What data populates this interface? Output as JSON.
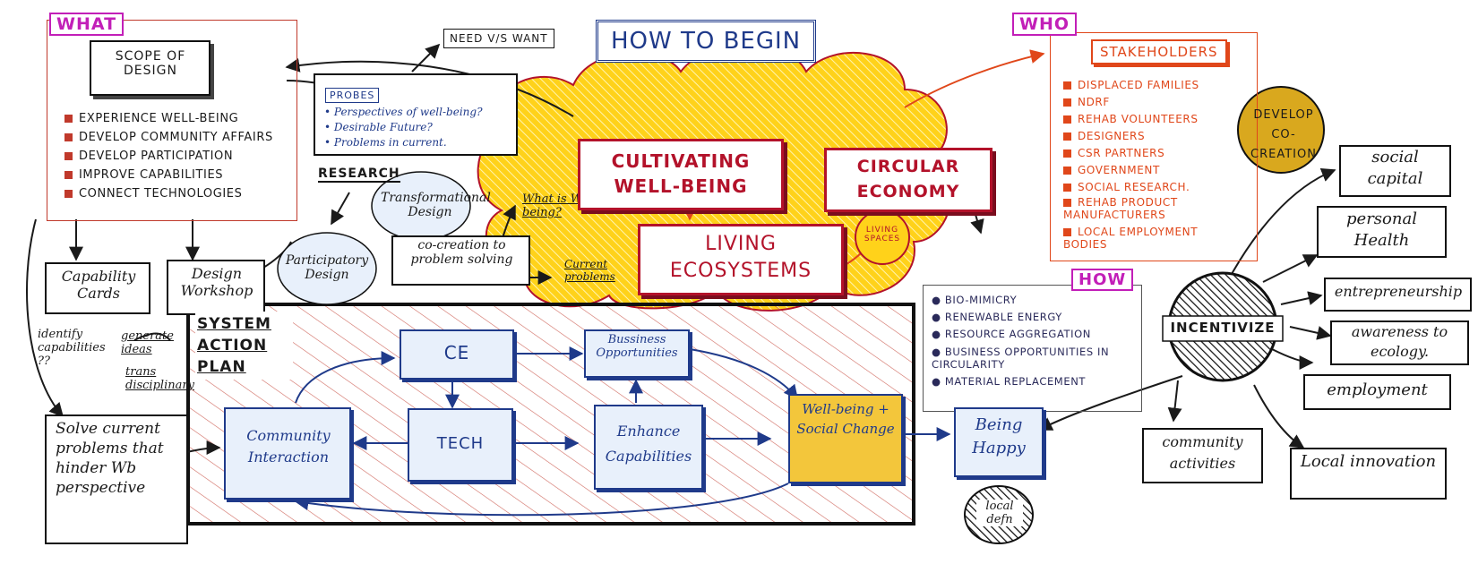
{
  "colors": {
    "ink": "#1a1a1a",
    "blue": "#1f3a8a",
    "red": "#b3122a",
    "orange": "#e0471a",
    "magenta": "#c21fb8",
    "cloud_yellow": "#ffd21a",
    "box_fill": "#e8f0fb",
    "gold": "#d9a81e"
  },
  "what": {
    "tag": "WHAT",
    "scope_title": "SCOPE OF DESIGN",
    "items": [
      "EXPERIENCE WELL-BEING",
      "DEVELOP COMMUNITY AFFAIRS",
      "DEVELOP PARTICIPATION",
      "IMPROVE CAPABILITIES",
      "CONNECT TECHNOLOGIES"
    ]
  },
  "need_want": "NEED V/S WANT",
  "how_to_begin": "HOW TO BEGIN",
  "probes": {
    "title": "PROBES",
    "items": [
      "Perspectives of well-being?",
      "Desirable Future?",
      "Problems in current."
    ]
  },
  "research": "RESEARCH",
  "transformational_design": "Transformational Design",
  "participatory_design": "Participatory Design",
  "co_creation": "co-creation to problem solving",
  "what_is_wb": "What is Well-being?",
  "current_problems": "Current problems",
  "capability_cards": "Capability Cards",
  "design_workshop": "Design Workshop",
  "identify_cap": "identify capabilities ??",
  "generate_ideas": "generate ideas",
  "trans_disc": "trans disciplinary",
  "solve_text": "Solve current problems that hinder Wb perspective",
  "system_plan": "SYSTEM ACTION PLAN",
  "ce": "CE",
  "tech": "TECH",
  "community_interaction": "Community Interaction",
  "business_opp": "Bussiness Opportunities",
  "enhance_cap": "Enhance Capabilities",
  "wellbeing_change": "Well-being + Social Change",
  "cultivating": "CULTIVATING WELL-BEING",
  "circular_economy": "CIRCULAR ECONOMY",
  "living_ecosystems": "LIVING ECOSYSTEMS",
  "living_spaces": "LIVING SPACES",
  "who": {
    "tag": "WHO",
    "title": "STAKEHOLDERS",
    "items": [
      "DISPLACED FAMILIES",
      "NDRF",
      "REHAB VOLUNTEERS",
      "DESIGNERS",
      "CSR PARTNERS",
      "GOVERNMENT",
      "SOCIAL RESEARCH.",
      "REHAB PRODUCT MANUFACTURERS",
      "LOCAL EMPLOYMENT BODIES"
    ]
  },
  "how": {
    "tag": "HOW",
    "items": [
      "BIO-MIMICRY",
      "RENEWABLE ENERGY",
      "RESOURCE AGGREGATION",
      "BUSINESS OPPORTUNITIES IN CIRCULARITY",
      "MATERIAL REPLACEMENT"
    ]
  },
  "being_happy": "Being Happy",
  "local_def": "local defn",
  "develop_cocreation": "DEVELOP CO-CREATION",
  "incentivize": "INCENTIVIZE",
  "outcomes": {
    "social_capital": "social capital",
    "personal_health": "personal Health",
    "entrepreneurship": "entrepreneurship",
    "awareness": "awareness to ecology.",
    "employment": "employment",
    "community_activities": "community activities",
    "local_innovation": "Local innovation"
  }
}
